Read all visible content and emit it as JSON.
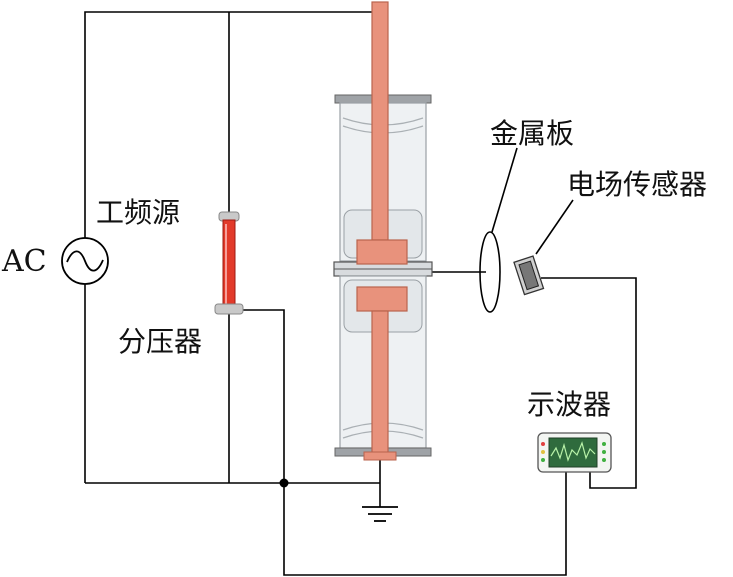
{
  "labels": {
    "ac": "AC",
    "source": "工频源",
    "divider": "分压器",
    "metal_plate": "金属板",
    "field_sensor": "电场传感器",
    "oscilloscope": "示波器"
  },
  "colors": {
    "conductor": "#e8927c",
    "conductor_edge": "#b9634d",
    "divider_red": "#e23a2a",
    "glass": "#bfc4c8",
    "scope_screen": "#2f6b3d",
    "wire": "#000000"
  },
  "icons": {
    "ac_source": "sine-wave-icon",
    "ground": "ground-icon",
    "oscilloscope": "oscilloscope-icon",
    "sensor": "field-sensor-icon"
  }
}
